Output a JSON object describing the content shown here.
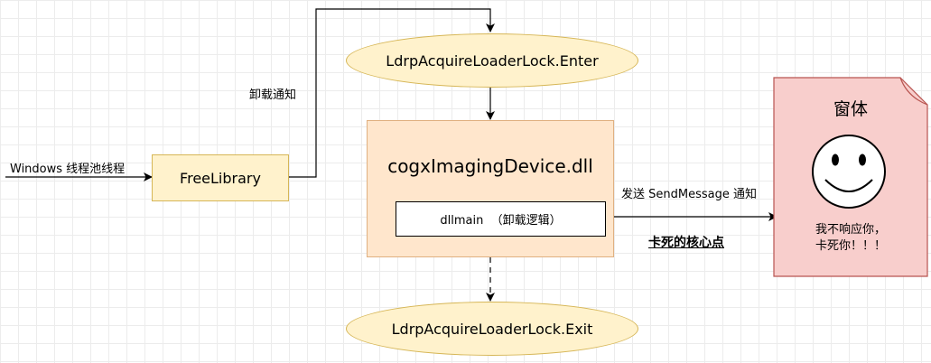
{
  "nodes": {
    "enter": "LdrpAcquireLoaderLock.Enter",
    "exit": "LdrpAcquireLoaderLock.Exit",
    "freelibrary": "FreeLibrary",
    "dll_title": "cogxImagingDevice.dll",
    "dllmain": "dllmain  （卸载逻辑）",
    "window_title": "窗体",
    "window_text_line1": "我不响应你，",
    "window_text_line2": "卡死你！！！"
  },
  "labels": {
    "input": "Windows 线程池线程",
    "unload_notify": "卸载通知",
    "send_message": "发送 SendMessage 通知",
    "deadlock_core": "卡死的核心点"
  },
  "colors": {
    "ellipse_fill": "#fff2cc",
    "ellipse_stroke": "#d6b656",
    "dll_fill": "#ffe6cc",
    "window_fill": "#f8cecc",
    "window_stroke": "#b85450",
    "smiley_face": "#ffffff"
  },
  "icons": [
    "smiley-face-icon",
    "document-shape-icon",
    "arrow-icon"
  ]
}
